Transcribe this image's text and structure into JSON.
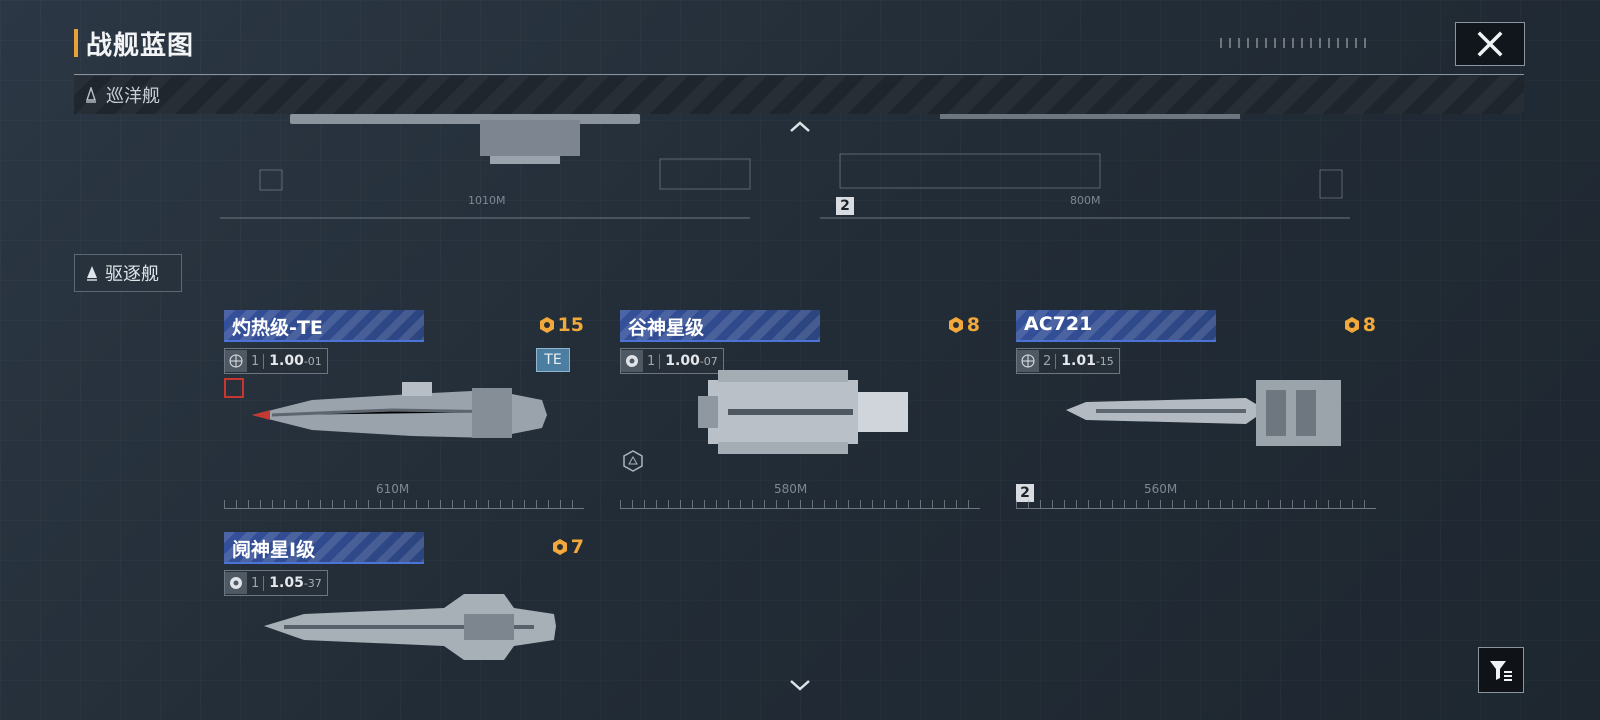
{
  "header": {
    "title": "战舰蓝图",
    "close_icon": "close-icon"
  },
  "category_top": {
    "label": "巡洋舰"
  },
  "category_destroyer": {
    "label": "驱逐舰"
  },
  "top_section": {
    "badge": "2"
  },
  "cards": [
    {
      "name": "灼热级-TE",
      "cost": "15",
      "level": "1",
      "version": "1.00",
      "version_sub": "-01",
      "tag": "TE",
      "length": "610M",
      "stat_icon": "globe-icon"
    },
    {
      "name": "谷神星级",
      "cost": "8",
      "level": "1",
      "version": "1.00",
      "version_sub": "-07",
      "length": "580M",
      "stat_icon": "faction-icon"
    },
    {
      "name": "AC721",
      "cost": "8",
      "level": "2",
      "version": "1.01",
      "version_sub": "-15",
      "length": "560M",
      "badge": "2",
      "stat_icon": "globe-icon"
    },
    {
      "name": "阋神星I级",
      "cost": "7",
      "level": "1",
      "version": "1.05",
      "version_sub": "-37",
      "stat_icon": "faction-icon"
    }
  ],
  "top_ruler_labels": [
    "1010M",
    "800M"
  ],
  "colors": {
    "accent": "#e8a13a",
    "card_blue": "#2f4a8c",
    "cost_orange": "#f2a83a"
  }
}
